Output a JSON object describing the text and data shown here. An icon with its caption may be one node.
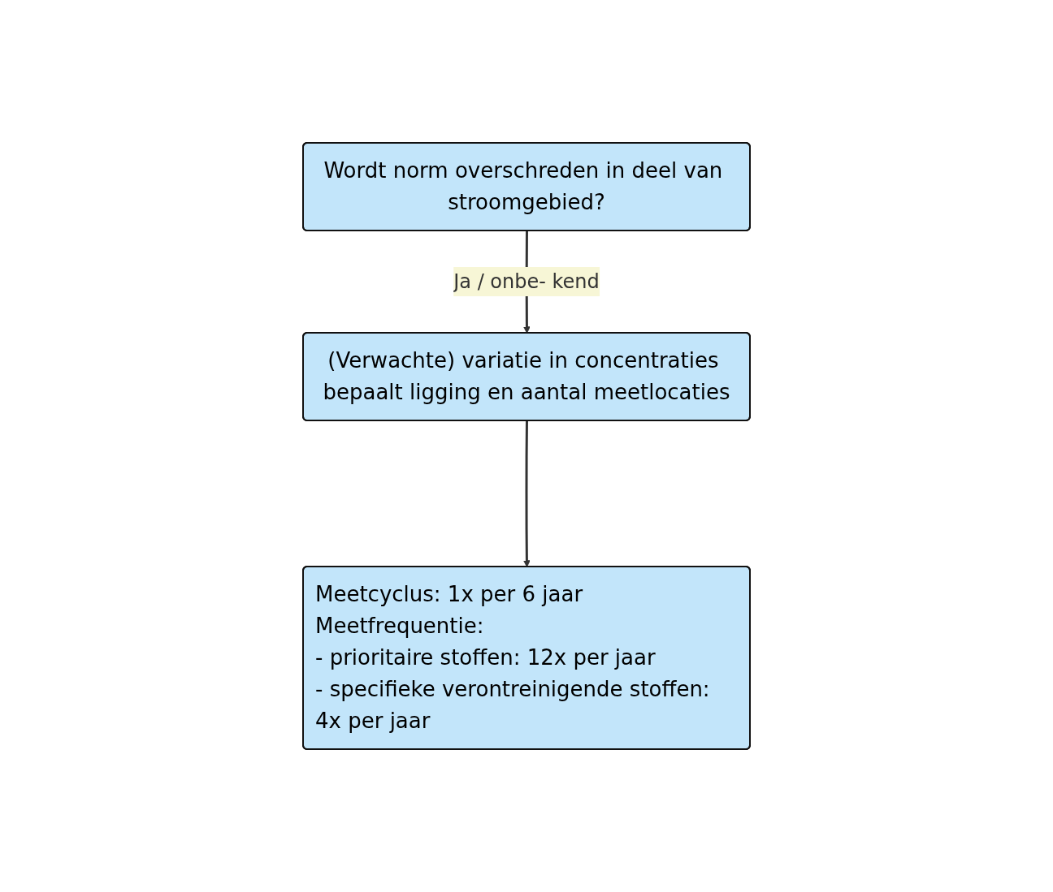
{
  "diagram": {
    "nodes": [
      {
        "text": [
          "Wordt norm overschreden in deel van stroomgebied?"
        ]
      },
      {
        "text": [
          "(Verwachte) variatie in concentraties bepaalt ligging en aantal meetlocaties"
        ]
      },
      {
        "text": [
          "Meetcyclus: 1x per 6 jaar",
          "Meetfrequentie:",
          "- prioritaire stoffen: 12x per jaar",
          "- specifieke verontreinigende stoffen: 4x per jaar"
        ]
      }
    ],
    "edges": [
      {
        "from": 0,
        "to": 1,
        "arrow": "to",
        "label": "Ja / onbe- kend"
      },
      {
        "from": 1,
        "to": 2,
        "arrow": "to"
      }
    ]
  }
}
